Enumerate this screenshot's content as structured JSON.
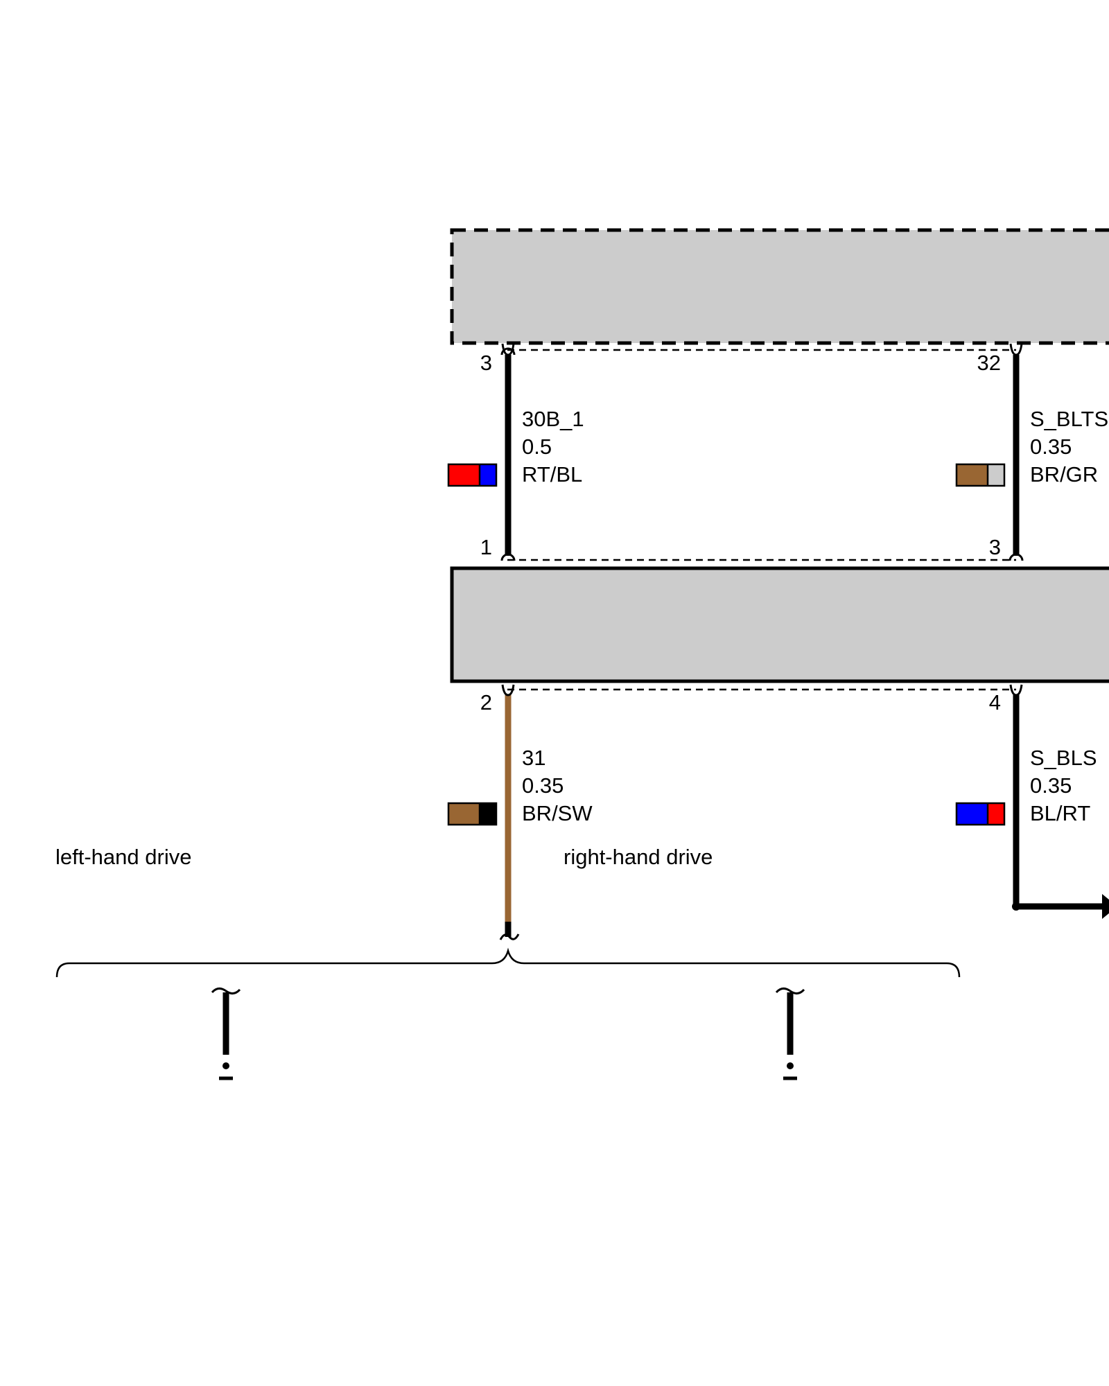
{
  "colors": {
    "component_fill": "#cccccc",
    "wire_black": "#000000",
    "wire_brown": "#996633",
    "red": "#ff0000",
    "blue": "#0000ff",
    "brown": "#996633",
    "grey": "#cccccc",
    "black": "#000000"
  },
  "wires": [
    {
      "signal": "30B_1",
      "gauge": "0.5",
      "color_code": "RT/BL",
      "top_pin": "3",
      "bottom_pin": "1",
      "swatch": [
        "#ff0000",
        "#0000ff"
      ]
    },
    {
      "signal": "S_BLTS",
      "gauge": "0.35",
      "color_code": "BR/GR",
      "top_pin": "32",
      "bottom_pin": "3",
      "swatch": [
        "#996633",
        "#cccccc"
      ]
    },
    {
      "signal": "31",
      "gauge": "0.35",
      "color_code": "BR/SW",
      "top_pin": "2",
      "swatch": [
        "#996633",
        "#000000"
      ]
    },
    {
      "signal": "S_BLS",
      "gauge": "0.35",
      "color_code": "BL/RT",
      "top_pin": "4",
      "swatch": [
        "#0000ff",
        "#ff0000"
      ]
    }
  ],
  "variants": {
    "left": "left-hand drive",
    "right": "right-hand drive"
  }
}
